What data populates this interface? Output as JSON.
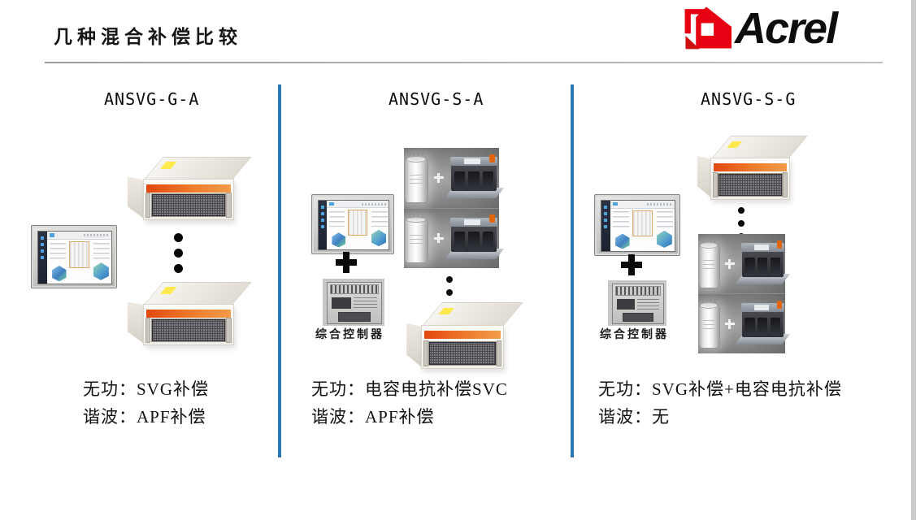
{
  "slide": {
    "title": "几种混合补偿比较",
    "brand": {
      "name": "Acrel",
      "logo_red": "#e60012",
      "text_color": "#0d0d0d"
    },
    "accent_blue": "#2e75b6",
    "device_stripe_orange": "#e8590c"
  },
  "icons": {
    "plus_icon": "+",
    "vertical_ellipsis_icon": "⋮"
  },
  "columns": [
    {
      "header": "ANSVG-G-A",
      "reactive_line": "无功：SVG补偿",
      "harmonic_line": "谐波：APF补偿"
    },
    {
      "header": "ANSVG-S-A",
      "controller_label": "综合控制器",
      "reactive_line": "无功：电容电抗补偿SVC",
      "harmonic_line": "谐波：APF补偿"
    },
    {
      "header": "ANSVG-S-G",
      "controller_label": "综合控制器",
      "reactive_line": "无功：SVG补偿+电容电抗补偿",
      "harmonic_line": "谐波：无"
    }
  ]
}
